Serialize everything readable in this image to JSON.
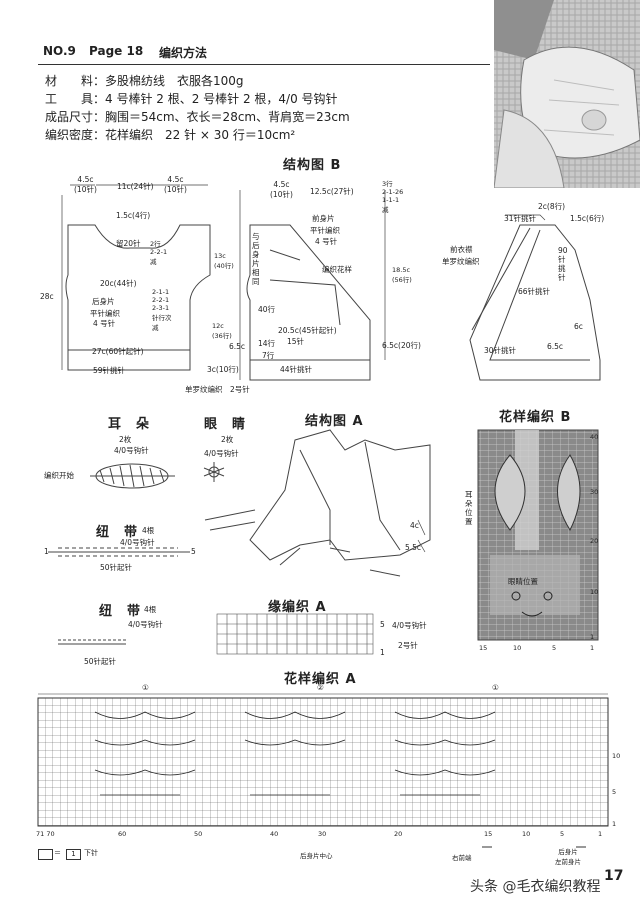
{
  "header": {
    "no": "NO.9",
    "page": "Page 18",
    "method": "编织方法"
  },
  "materials": [
    "材　　料：多股棉纺线　衣服各100g",
    "工　　具：4 号棒针 2 根、2 号棒针 2 根，4/0 号钩针",
    "成品尺寸：胸围＝54cm、衣长＝28cm、背肩宽＝23cm",
    "编织密度：花样编织　22 针 × 30 行＝10cm²"
  ],
  "sections": {
    "diagram_b": "结构图 B",
    "diagram_a": "结构图 A",
    "pattern_b": "花样编织 B",
    "pattern_a": "花样编织 A",
    "edge_a": "缘编织 A"
  },
  "back_piece": {
    "name": "后身片",
    "method": "平针编织",
    "needle": "4 号针",
    "w_top_left": "4.5c\n(10针)",
    "w_neck": "11c(24针)",
    "w_top_right": "4.5c\n(10针)",
    "neck_rows": "1.5c(4行)",
    "neck_stitch": "留20针",
    "dec1": "2行\n2-2-1\n减",
    "armhole_w": "20c(44针)",
    "dec2": "2-1-1\n2-2-1\n2-3-1\n针行次\n减",
    "height": "28c",
    "bottom_w": "27c(60针起针)",
    "rib_label": "59针挑针"
  },
  "front_piece": {
    "name": "前身片",
    "method": "平针编织",
    "needle": "4 号针",
    "w_top": "4.5c\n(10针)",
    "w_neck": "12.5c(27针)",
    "rows_note": "3行\n2-1-26\n1-1-1\n减",
    "side_note": "与后身片相同",
    "pattern_note": "编织花样",
    "h1": "13c\n(40行)",
    "h2": "18.5c\n(56行)",
    "h3": "12c\n(36行)",
    "h4": "6.5c",
    "h5": "6.5c(20行)",
    "rows40": "40行",
    "rows14": "14行",
    "rows7": "7行",
    "st15": "15针",
    "st_mid": "20.5c(45针起针)",
    "rib_h": "3c(10行)",
    "rib_label": "44针挑针",
    "rib_method": "单罗纹编织　2号针"
  },
  "front_band": {
    "name": "前衣襟",
    "method": "单罗纹编织",
    "a": "2c(8行)",
    "b": "31针挑针",
    "c": "1.5c(6行)",
    "d": "90针挑针",
    "e": "66针挑针",
    "f": "6c",
    "g": "6.5c",
    "h": "30针挑针"
  },
  "ear": {
    "title": "耳　朵",
    "count": "2枚",
    "hook": "4/0号钩针",
    "start": "编织开始"
  },
  "eye": {
    "title": "眼　睛",
    "count": "2枚",
    "hook": "4/0号钩针"
  },
  "tie1": {
    "title": "纽　带",
    "count": "4根",
    "hook": "4/0号钩针",
    "chain": "50针起针",
    "marker_left": "1",
    "marker_right": "5"
  },
  "tie2": {
    "title": "纽　带",
    "count": "4根",
    "hook": "4/0号钩针",
    "chain": "50针起针"
  },
  "struct_a": {
    "m1": "4c",
    "m2": "5.5c"
  },
  "edge_a": {
    "hook": "4/0号钩针",
    "needle": "2号针",
    "r5": "5",
    "r1": "1"
  },
  "pattern_b_chart": {
    "ear_pos": "耳朵位置",
    "eye_pos": "眼睛位置",
    "y_labels": [
      "40",
      "30",
      "20",
      "10",
      "1"
    ],
    "x_labels": [
      "15",
      "10",
      "5",
      "1"
    ]
  },
  "pattern_a_chart": {
    "circles": [
      "①",
      "②",
      "①"
    ],
    "x_labels": [
      "71 70",
      "60",
      "50",
      "40",
      "30",
      "20",
      "15",
      "10",
      "5",
      "1"
    ],
    "y_labels": [
      "10",
      "5",
      "1"
    ],
    "center": "后身片中心",
    "right_end": "右前端",
    "back_label": "后身片\n左前身片",
    "legend": "下针",
    "legend_eq": "＝",
    "legend_box": "1"
  },
  "photo": {
    "desc": ""
  },
  "footer": {
    "page_num": "17",
    "watermark": "头条 @毛衣编织教程"
  }
}
